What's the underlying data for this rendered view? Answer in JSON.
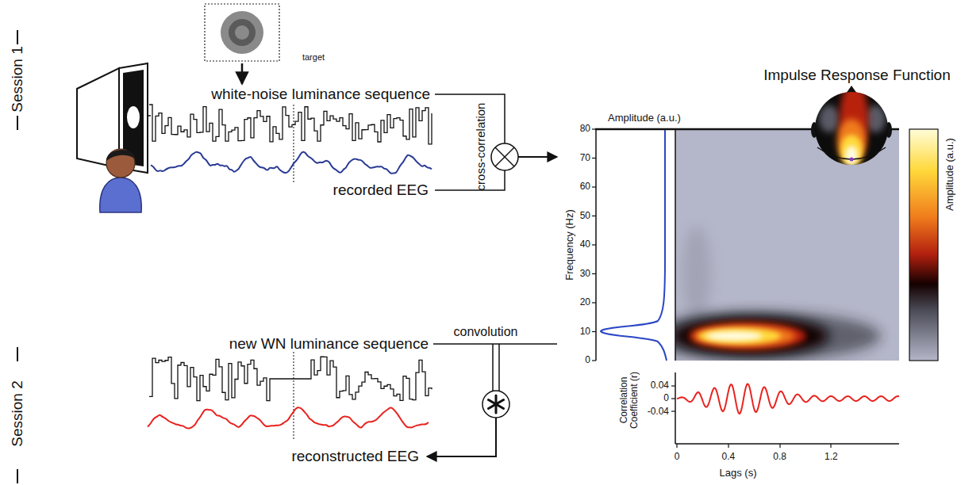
{
  "diagram": {
    "labels": [
      "target",
      "Session 1",
      "white-noise luminance sequence",
      "recorded EEG",
      "cross-correlation",
      "Session 2",
      "new WN luminance sequence",
      "convolution",
      "reconstructed EEG",
      "Impulse Response Function",
      "Amplitude (a.u.)",
      "80",
      "70",
      "60",
      "50",
      "40",
      "30",
      "20",
      "10",
      "0",
      "Frequency (Hz)",
      "Amplitude (a.u.)",
      "Correlation Coefficient (r)",
      "0.04",
      "0",
      "-0.04",
      "0",
      "0.4",
      "0.8",
      "1.2",
      "Lags (s)"
    ]
  }
}
